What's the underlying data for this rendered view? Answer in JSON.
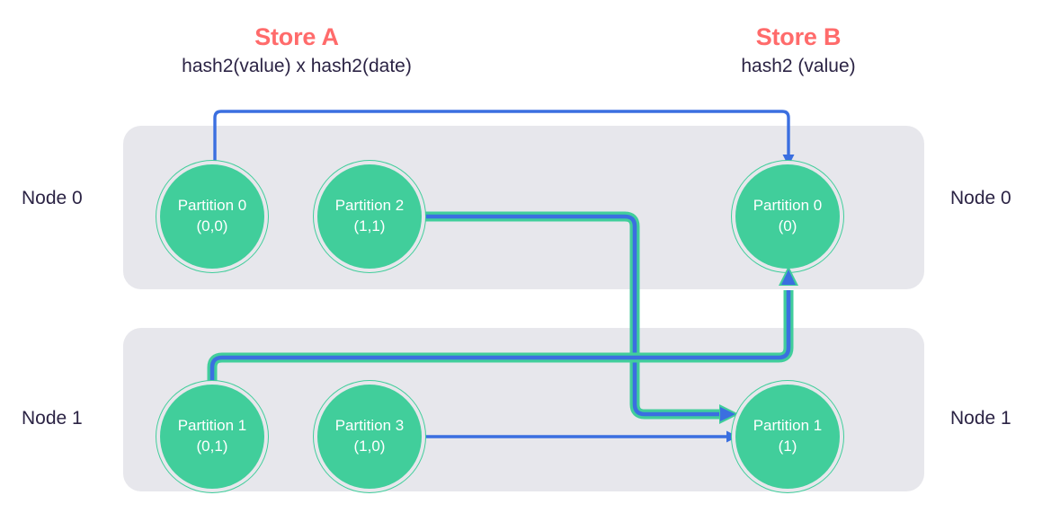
{
  "stores": {
    "left": {
      "title": "Store A",
      "subtitle": "hash2(value) x hash2(date)"
    },
    "right": {
      "title": "Store B",
      "subtitle": "hash2 (value)"
    }
  },
  "nodes": {
    "left_labels": [
      "Node 0",
      "Node 1"
    ],
    "right_labels": [
      "Node 0",
      "Node 1"
    ]
  },
  "partitions": {
    "store_a": [
      {
        "name": "Partition 0",
        "key": "(0,0)",
        "node": "Node 0"
      },
      {
        "name": "Partition 2",
        "key": "(1,1)",
        "node": "Node 0"
      },
      {
        "name": "Partition 1",
        "key": "(0,1)",
        "node": "Node 1"
      },
      {
        "name": "Partition 3",
        "key": "(1,0)",
        "node": "Node 1"
      }
    ],
    "store_b": [
      {
        "name": "Partition 0",
        "key": "(0)",
        "node": "Node 0"
      },
      {
        "name": "Partition 1",
        "key": "(1)",
        "node": "Node 1"
      }
    ]
  },
  "edges": [
    {
      "from": "Partition 0 (0,0)",
      "to": "Partition 0 (0)",
      "style": "thin",
      "color": "#3B6FE0"
    },
    {
      "from": "Partition 2 (1,1)",
      "to": "Partition 1 (1)",
      "style": "thick",
      "color": "#3B6FE0",
      "halo": "#41CE9B"
    },
    {
      "from": "Partition 1 (0,1)",
      "to": "Partition 0 (0)",
      "style": "thick",
      "color": "#3B6FE0",
      "halo": "#41CE9B"
    },
    {
      "from": "Partition 3 (1,0)",
      "to": "Partition 1 (1)",
      "style": "thin",
      "color": "#3B6FE0"
    }
  ],
  "colors": {
    "accent_coral": "#FF6B6B",
    "partition_green": "#41CE9B",
    "panel_gray": "#E7E7EC",
    "text_navy": "#2B2344",
    "edge_blue": "#3B6FE0",
    "background": "#FFFFFF"
  }
}
